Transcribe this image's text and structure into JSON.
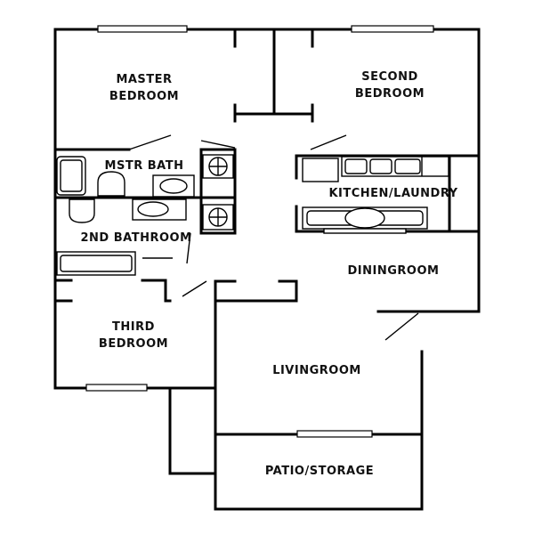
{
  "floor_plan": {
    "rooms": {
      "master_bedroom": {
        "line1": "MASTER",
        "line2": "BEDROOM"
      },
      "second_bedroom": {
        "line1": "SECOND",
        "line2": "BEDROOM"
      },
      "master_bath": "MSTR BATH",
      "kitchen_laundry": "KITCHEN/LAUNDRY",
      "second_bathroom": "2ND BATHROOM",
      "diningroom": "DININGROOM",
      "third_bedroom": {
        "line1": "THIRD",
        "line2": "BEDROOM"
      },
      "livingroom": "LIVINGROOM",
      "patio_storage": "PATIO/STORAGE"
    }
  }
}
